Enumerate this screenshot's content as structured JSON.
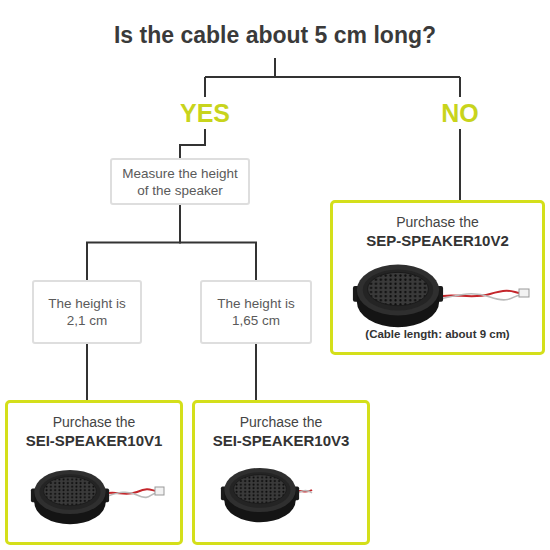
{
  "diagram": {
    "title": "Is the cable about 5 cm long?",
    "nodes": [
      {
        "text": [
          "Measure the height of the speaker"
        ]
      },
      {
        "text": [
          "Purchase the",
          "SEP-SPEAKER10V2",
          "(Cable length: about 9 cm)"
        ]
      },
      {
        "text": [
          "The height is 2,1 cm"
        ]
      },
      {
        "text": [
          "The height is 1,65 cm"
        ]
      },
      {
        "text": [
          "Purchase the",
          "SEI-SPEAKER10V1"
        ]
      },
      {
        "text": [
          "Purchase the",
          "SEI-SPEAKER10V3"
        ]
      }
    ],
    "edges": [
      {
        "from": 0,
        "to": 2,
        "arrow": "none"
      },
      {
        "from": 0,
        "to": 3,
        "arrow": "none"
      },
      {
        "from": 2,
        "to": 4,
        "arrow": "none"
      },
      {
        "from": 3,
        "to": 5,
        "arrow": "none"
      }
    ],
    "labels": [
      "YES",
      "NO"
    ]
  }
}
